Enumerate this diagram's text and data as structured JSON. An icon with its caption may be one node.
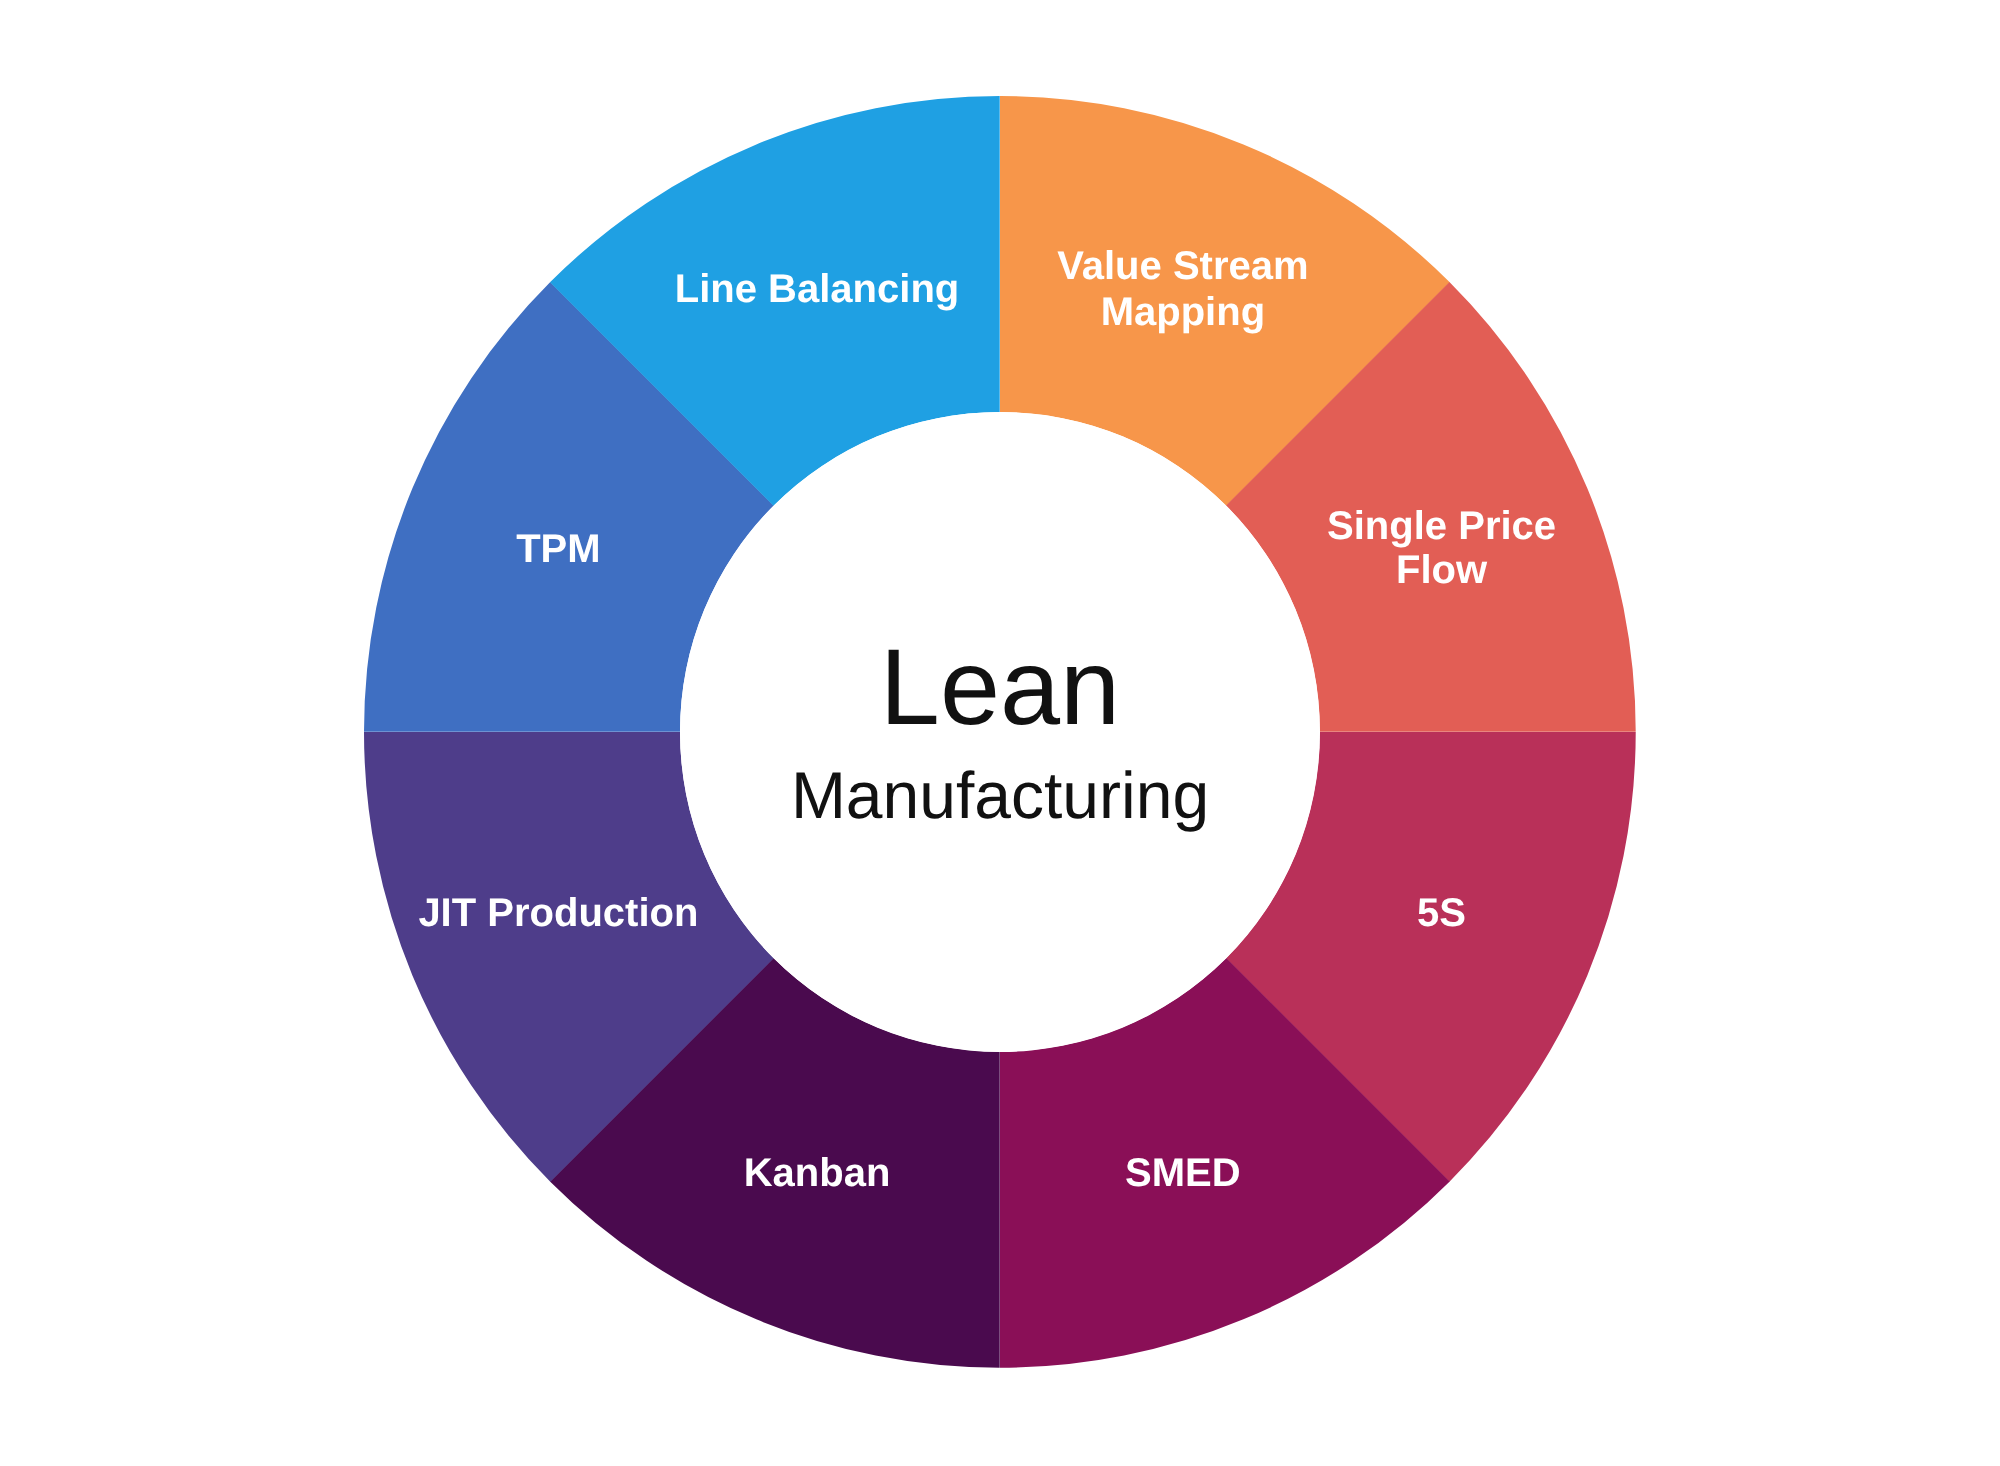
{
  "diagram": {
    "nodes": [
      {
        "text": [
          "Lean",
          "Manufacturing"
        ]
      },
      {
        "text": [
          "Value Stream Mapping"
        ]
      },
      {
        "text": [
          "Single Price Flow"
        ]
      },
      {
        "text": [
          "5S"
        ]
      },
      {
        "text": [
          "SMED"
        ]
      },
      {
        "text": [
          "Kanban"
        ]
      },
      {
        "text": [
          "JIT Production"
        ]
      },
      {
        "text": [
          "TPM"
        ]
      },
      {
        "text": [
          "Line Balancing"
        ]
      }
    ],
    "edges": []
  }
}
